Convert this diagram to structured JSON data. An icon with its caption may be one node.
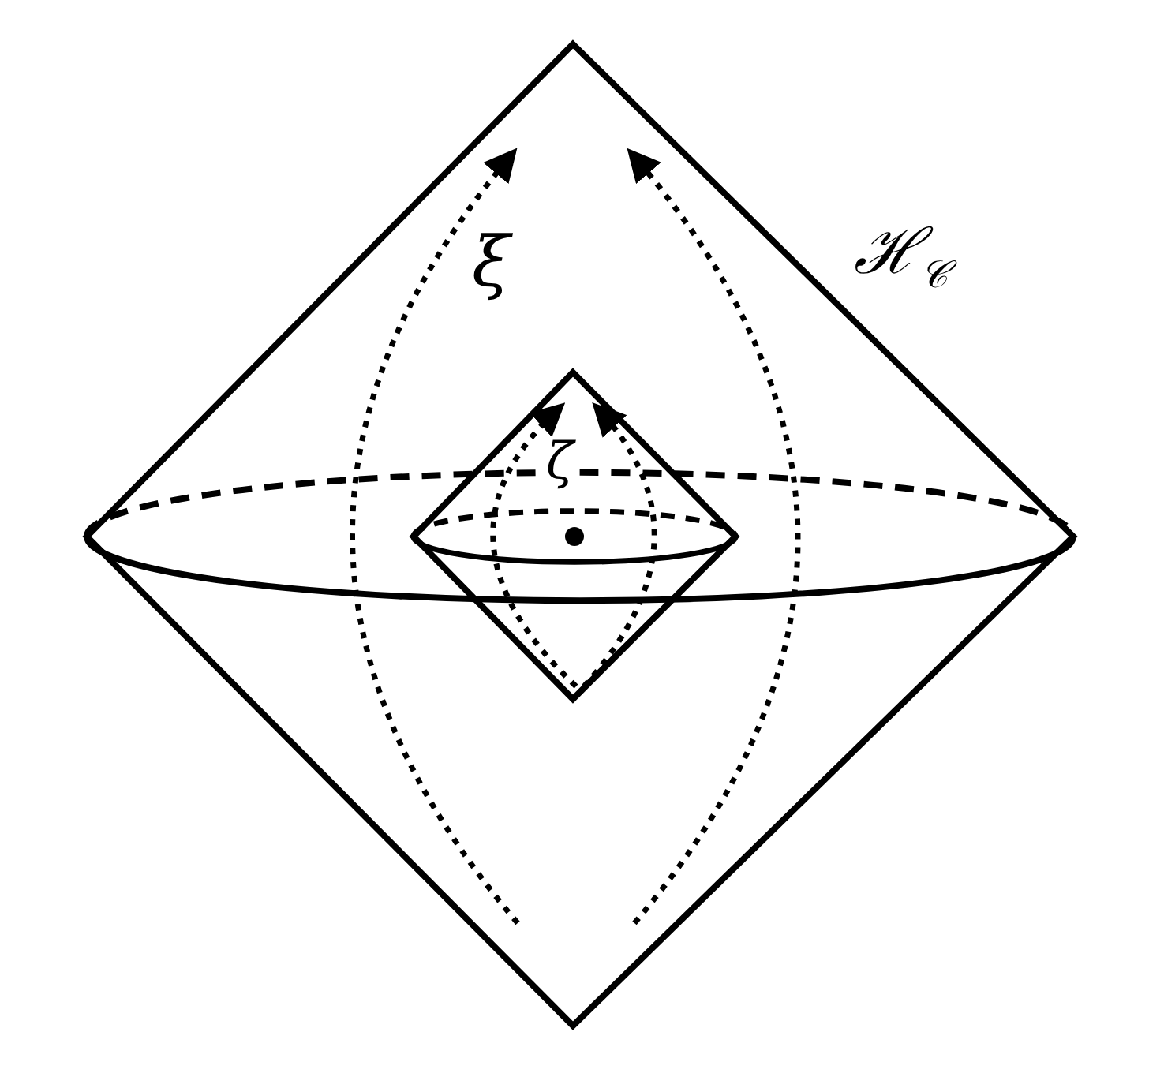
{
  "diagram": {
    "labels": [
      "ξ",
      "ℋ$_{𝒞}$",
      "ζ"
    ]
  }
}
